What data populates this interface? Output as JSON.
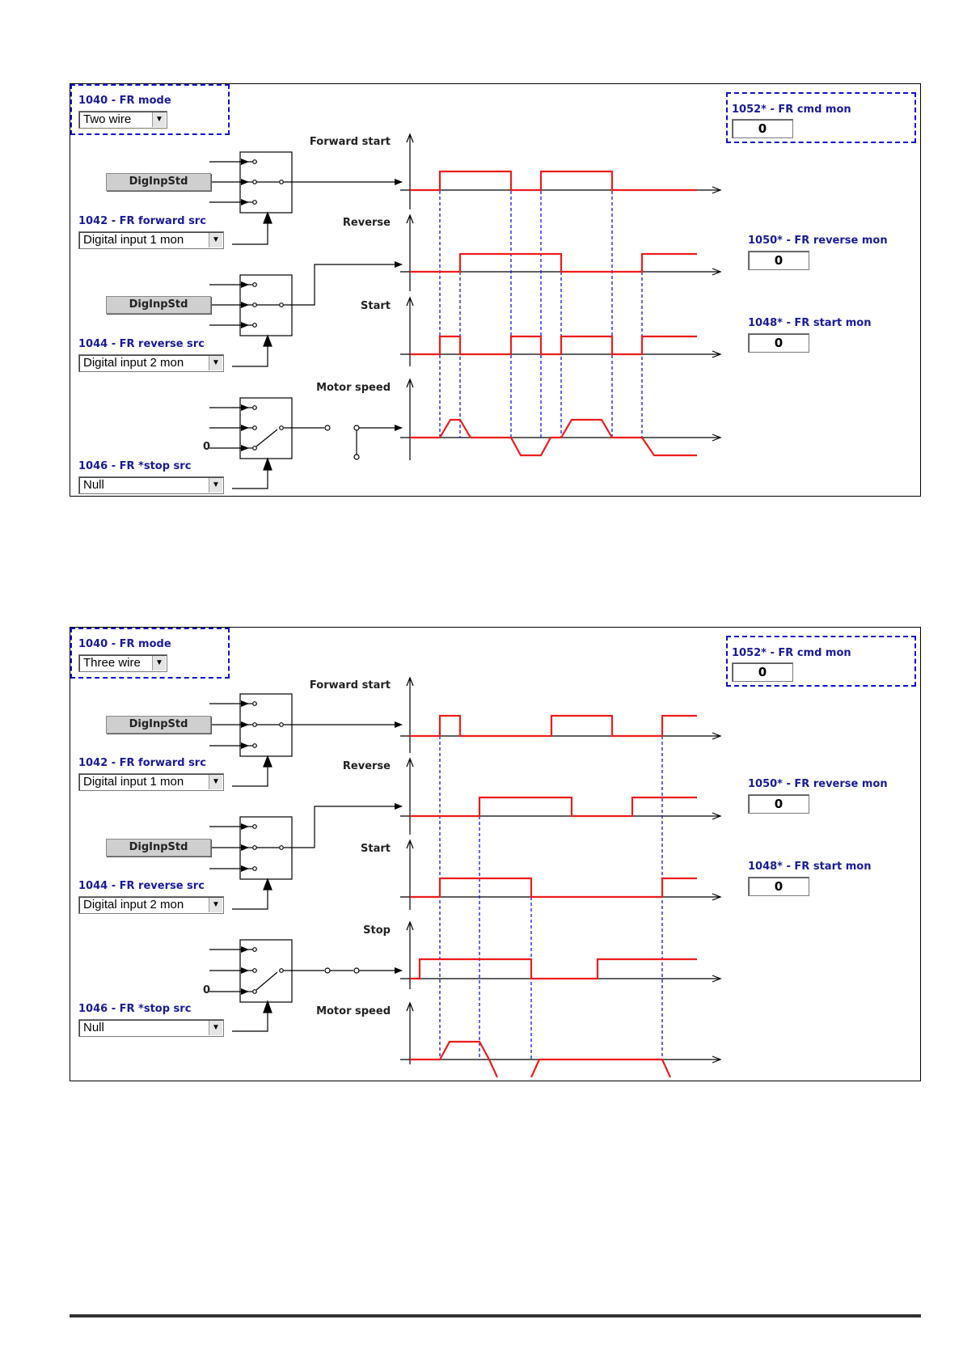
{
  "colors": {
    "signal": "#ee1c1c",
    "guide": "#1414dd",
    "label": "#1a1a99",
    "wire": "#000000"
  },
  "diagrams": [
    {
      "mode_label": "1040 - FR mode",
      "mode_value": "Two wire",
      "cmd_mon_label": "1052* - FR cmd mon",
      "cmd_mon_value": "0",
      "forward_src_label": "1042 - FR forward src",
      "forward_src_value": "Digital input 1 mon",
      "reverse_src_label": "1044 - FR reverse src",
      "reverse_src_value": "Digital input 2 mon",
      "stop_src_label": "1046 - FR *stop src",
      "stop_src_value": "Null",
      "block1_button": "DigInpStd",
      "block2_button": "DigInpStd",
      "zero_label": "0",
      "reverse_mon_label": "1050* - FR reverse mon",
      "reverse_mon_value": "0",
      "start_mon_label": "1048* - FR start mon",
      "start_mon_value": "0",
      "signals": [
        {
          "name": "Forward start"
        },
        {
          "name": "Reverse"
        },
        {
          "name": "Start"
        },
        {
          "name": "Motor speed"
        }
      ]
    },
    {
      "mode_label": "1040 - FR mode",
      "mode_value": "Three wire",
      "cmd_mon_label": "1052* - FR cmd mon",
      "cmd_mon_value": "0",
      "forward_src_label": "1042 - FR forward src",
      "forward_src_value": "Digital input 1 mon",
      "reverse_src_label": "1044 - FR reverse src",
      "reverse_src_value": "Digital input 2 mon",
      "stop_src_label": "1046 - FR *stop src",
      "stop_src_value": "Null",
      "block1_button": "DigInpStd",
      "block2_button": "DigInpStd",
      "zero_label": "0",
      "reverse_mon_label": "1050* - FR reverse mon",
      "reverse_mon_value": "0",
      "start_mon_label": "1048* - FR start mon",
      "start_mon_value": "0",
      "signals": [
        {
          "name": "Forward start"
        },
        {
          "name": "Reverse"
        },
        {
          "name": "Start"
        },
        {
          "name": "Stop"
        },
        {
          "name": "Motor speed"
        }
      ]
    }
  ]
}
